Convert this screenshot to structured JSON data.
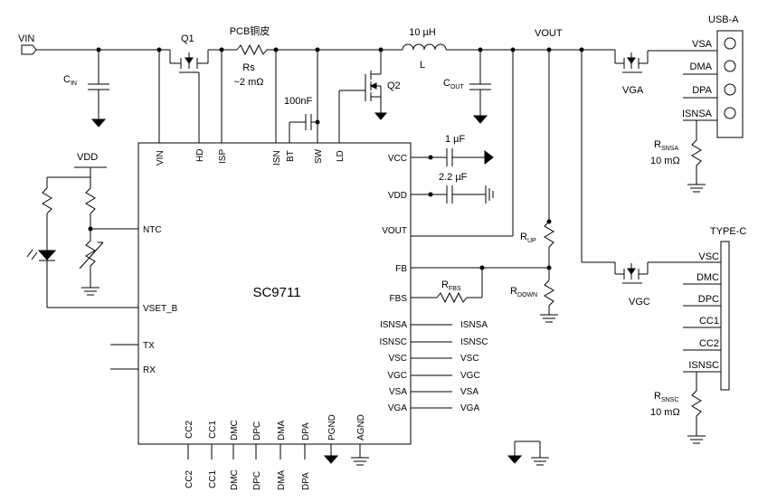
{
  "chip": {
    "name": "SC9711"
  },
  "input": {
    "vin": "VIN",
    "cin": "C",
    "cin_sub": "IN"
  },
  "q1": "Q1",
  "sense": {
    "title": "PCB铜皮",
    "name": "Rs",
    "value": "~2 mΩ"
  },
  "inductor": {
    "value": "10 µH",
    "name": "L"
  },
  "q2": "Q2",
  "boot_cap": "100nF",
  "vout": "VOUT",
  "cout": {
    "name": "C",
    "sub": "OUT"
  },
  "usb_a": {
    "title": "USB-A",
    "pins": [
      "VSA",
      "DMA",
      "DPA",
      "ISNSA"
    ],
    "switch": "VGA",
    "rsns": "R",
    "rsns_sub": "SNSA",
    "rsns_value": "10 mΩ"
  },
  "type_c": {
    "title": "TYPE-C",
    "pins": [
      "VSC",
      "DMC",
      "DPC",
      "CC1",
      "CC2",
      "ISNSC"
    ],
    "switch": "VGC",
    "rsns": "R",
    "rsns_sub": "SNSC",
    "rsns_value": "10 mΩ"
  },
  "vdd": "VDD",
  "caps": {
    "vcc": "1 µF",
    "vdd": "2.2 µF"
  },
  "resistors": {
    "rup": "R",
    "rup_sub": "UP",
    "rdown": "R",
    "rdown_sub": "DOWN",
    "rfbs": "R",
    "rfbs_sub": "FBS"
  },
  "top_pins": [
    "VIN",
    "HD",
    "ISP",
    "ISN",
    "BT",
    "SW",
    "LD"
  ],
  "left_pins": [
    "NTC",
    "VSET_B",
    "TX",
    "RX"
  ],
  "right_pins": [
    "VCC",
    "VDD",
    "VOUT",
    "FB",
    "FBS",
    "ISNSA",
    "ISNSC",
    "VSC",
    "VGC",
    "VSA",
    "VGA"
  ],
  "right_nets": [
    "ISNSA",
    "ISNSC",
    "VSC",
    "VGC",
    "VSA",
    "VGA"
  ],
  "bottom_pins": [
    "CC2",
    "CC1",
    "DMC",
    "DPC",
    "DMA",
    "DPA",
    "PGND",
    "AGND"
  ],
  "bottom_nets": [
    "CC2",
    "CC1",
    "DMC",
    "DPC",
    "DMA",
    "DPA"
  ]
}
